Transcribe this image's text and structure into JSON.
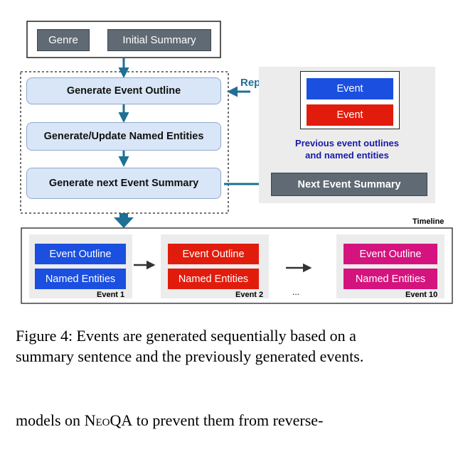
{
  "diagram": {
    "inputs": {
      "genre": "Genre",
      "initial_summary": "Initial Summary"
    },
    "steps": {
      "outline": "Generate Event Outline",
      "entities": "Generate/Update Named Entities",
      "summary": "Generate next Event Summary"
    },
    "repeat_label": "Repeat",
    "context": {
      "event_top": "Event",
      "event_bottom": "Event",
      "caption_line1": "Previous event outlines",
      "caption_line2": "and named entities"
    },
    "next_summary": "Next Event Summary",
    "timeline": {
      "title": "Timeline",
      "ellipsis": "...",
      "events": [
        {
          "outline": "Event Outline",
          "entities": "Named Entities",
          "label": "Event 1"
        },
        {
          "outline": "Event Outline",
          "entities": "Named Entities",
          "label": "Event 2"
        },
        {
          "outline": "Event Outline",
          "entities": "Named Entities",
          "label": "Event 10"
        }
      ]
    },
    "colors": {
      "arrow": "#1f6f96",
      "step_fill": "#d9e6f7",
      "blue": "#1a4fe0",
      "red": "#e21c0c",
      "magenta": "#d4137e",
      "dark_box": "#5f6a74"
    }
  },
  "caption": {
    "line1": "Figure 4: Events are generated sequentially based on a",
    "line2": "summary sentence and the previously generated events."
  },
  "body_text": {
    "before": "models on ",
    "name": "NeoQA",
    "after": " to prevent them from reverse-"
  }
}
